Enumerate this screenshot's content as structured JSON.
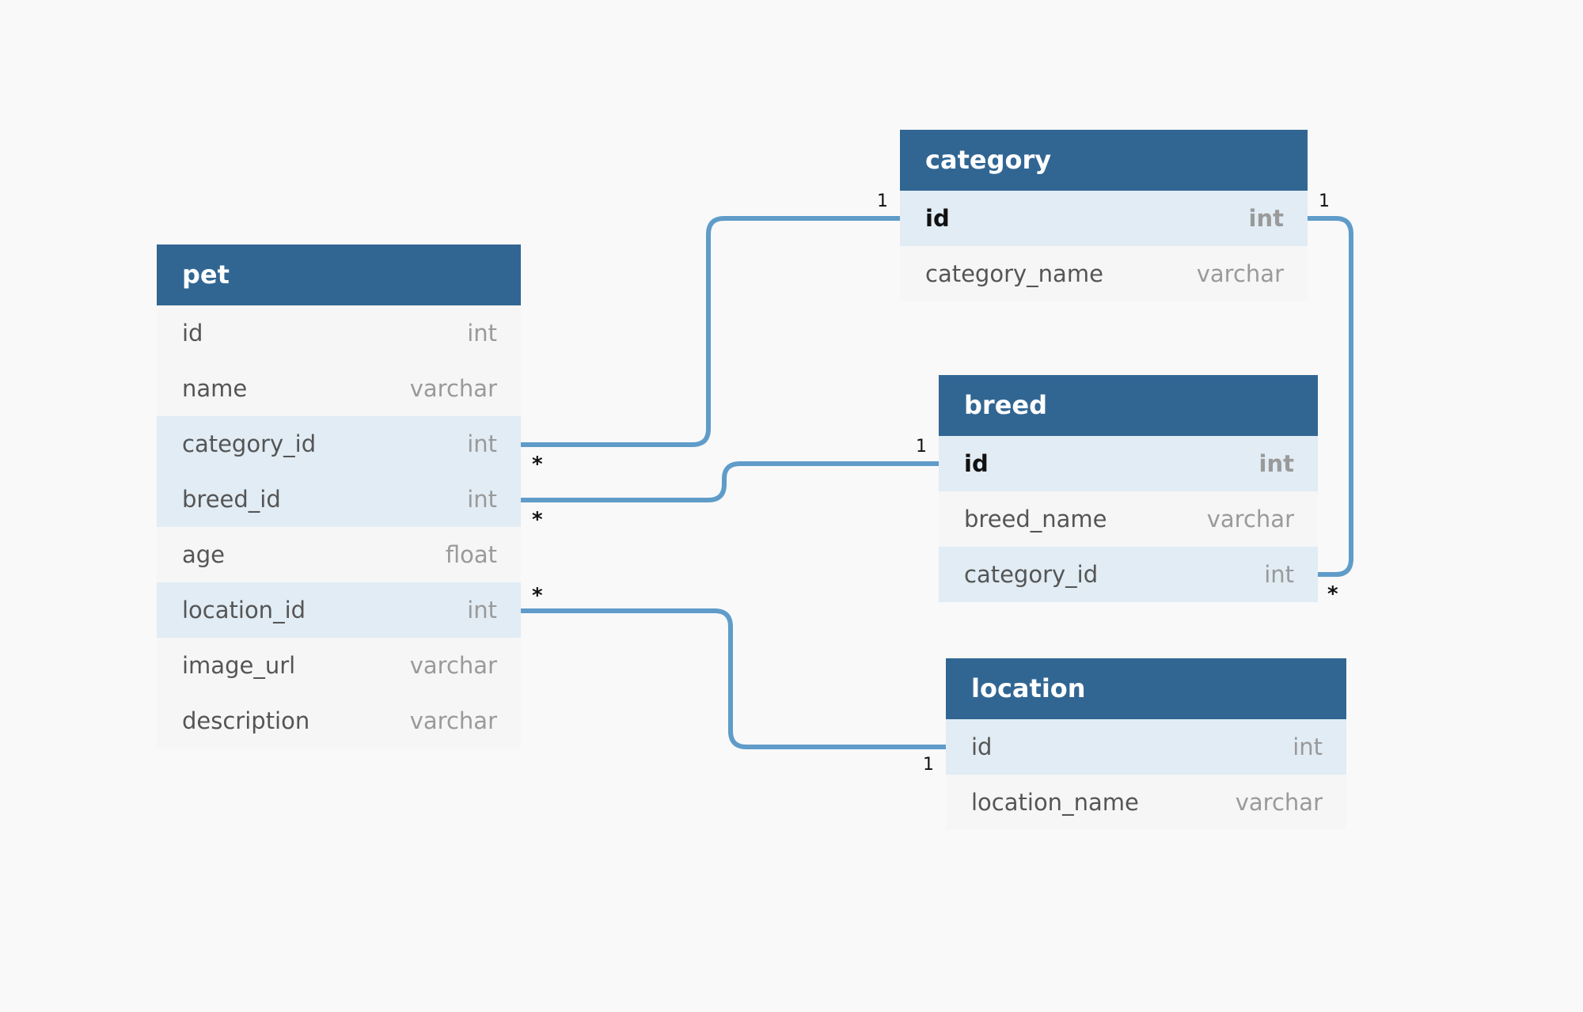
{
  "tables": {
    "pet": {
      "name": "pet",
      "columns": [
        {
          "name": "id",
          "type": "int",
          "role": "normal"
        },
        {
          "name": "name",
          "type": "varchar",
          "role": "normal"
        },
        {
          "name": "category_id",
          "type": "int",
          "role": "fk"
        },
        {
          "name": "breed_id",
          "type": "int",
          "role": "fk"
        },
        {
          "name": "age",
          "type": "float",
          "role": "normal"
        },
        {
          "name": "location_id",
          "type": "int",
          "role": "fk"
        },
        {
          "name": "image_url",
          "type": "varchar",
          "role": "normal"
        },
        {
          "name": "description",
          "type": "varchar",
          "role": "normal"
        }
      ]
    },
    "category": {
      "name": "category",
      "columns": [
        {
          "name": "id",
          "type": "int",
          "role": "pk"
        },
        {
          "name": "category_name",
          "type": "varchar",
          "role": "normal"
        }
      ]
    },
    "breed": {
      "name": "breed",
      "columns": [
        {
          "name": "id",
          "type": "int",
          "role": "pk"
        },
        {
          "name": "breed_name",
          "type": "varchar",
          "role": "normal"
        },
        {
          "name": "category_id",
          "type": "int",
          "role": "fk"
        }
      ]
    },
    "location": {
      "name": "location",
      "columns": [
        {
          "name": "id",
          "type": "int",
          "role": "fk"
        },
        {
          "name": "location_name",
          "type": "varchar",
          "role": "normal"
        }
      ]
    }
  },
  "relationships": [
    {
      "from": "pet.category_id",
      "to": "category.id",
      "from_card": "*",
      "to_card": "1"
    },
    {
      "from": "pet.breed_id",
      "to": "breed.id",
      "from_card": "*",
      "to_card": "1"
    },
    {
      "from": "pet.location_id",
      "to": "location.id",
      "from_card": "*",
      "to_card": "1"
    },
    {
      "from": "breed.category_id",
      "to": "category.id",
      "from_card": "*",
      "to_card": "1"
    }
  ],
  "colors": {
    "header": "#316693",
    "connector": "#5f9cc9",
    "highlight_row": "#e1ecf4",
    "row": "#f6f6f6",
    "background": "#f9f9f9"
  }
}
